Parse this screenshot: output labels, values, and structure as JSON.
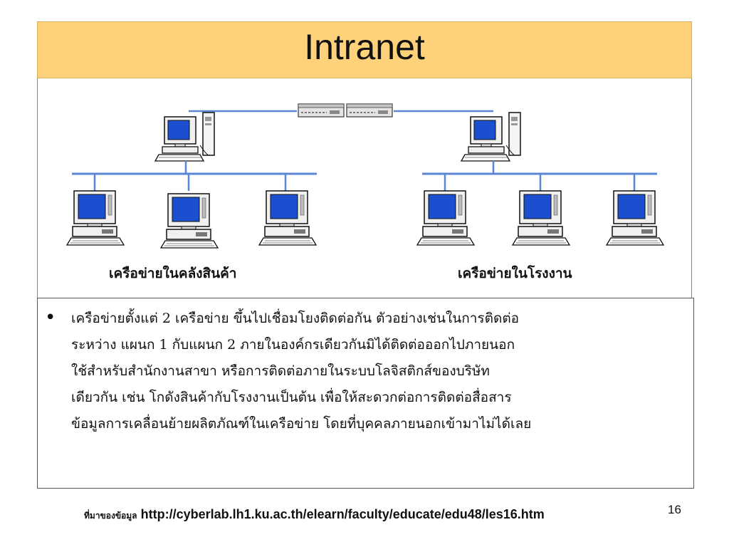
{
  "slide": {
    "title": "Intranet",
    "page_number": "16"
  },
  "diagram": {
    "left_network_label": "เครือข่ายในคลังสินค้า",
    "right_network_label": "เครือข่ายในโรงงาน",
    "colors": {
      "bus": "#5b86d6",
      "screen": "#1b4fd0",
      "case": "#f0f0f0",
      "outline": "#111111"
    },
    "icons": [
      "server-computer-icon",
      "workstation-icon",
      "bridge-device-icon"
    ]
  },
  "body": {
    "bullet": "•",
    "lines": [
      "เครือข่ายตั้งแต่ 2 เครือข่าย ขึ้นไปเชื่อมโยงติดต่อกัน ตัวอย่างเช่นในการติดต่อ",
      "ระหว่าง แผนก 1 กับแผนก 2 ภายในองค์กรเดียวกันมิได้ติดต่อออกไปภายนอก",
      "ใช้สำหรับสำนักงานสาขา  หรือการติดต่อภายในระบบโลจิสติกส์ของบริษัท",
      "เดียวกัน เช่น โกดังสินค้ากับโรงงานเป็นต้น   เพื่อให้สะดวกต่อการติดต่อสื่อสาร",
      "ข้อมูลการเคลื่อนย้ายผลิตภัณฑ์ในเครือข่าย  โดยที่บุคคลภายนอกเข้ามาไม่ได้เลย"
    ]
  },
  "source": {
    "label": "ที่มาของข้อมูล",
    "url": "http://cyberlab.lh1.ku.ac.th/elearn/faculty/educate/edu48/les16.htm"
  }
}
